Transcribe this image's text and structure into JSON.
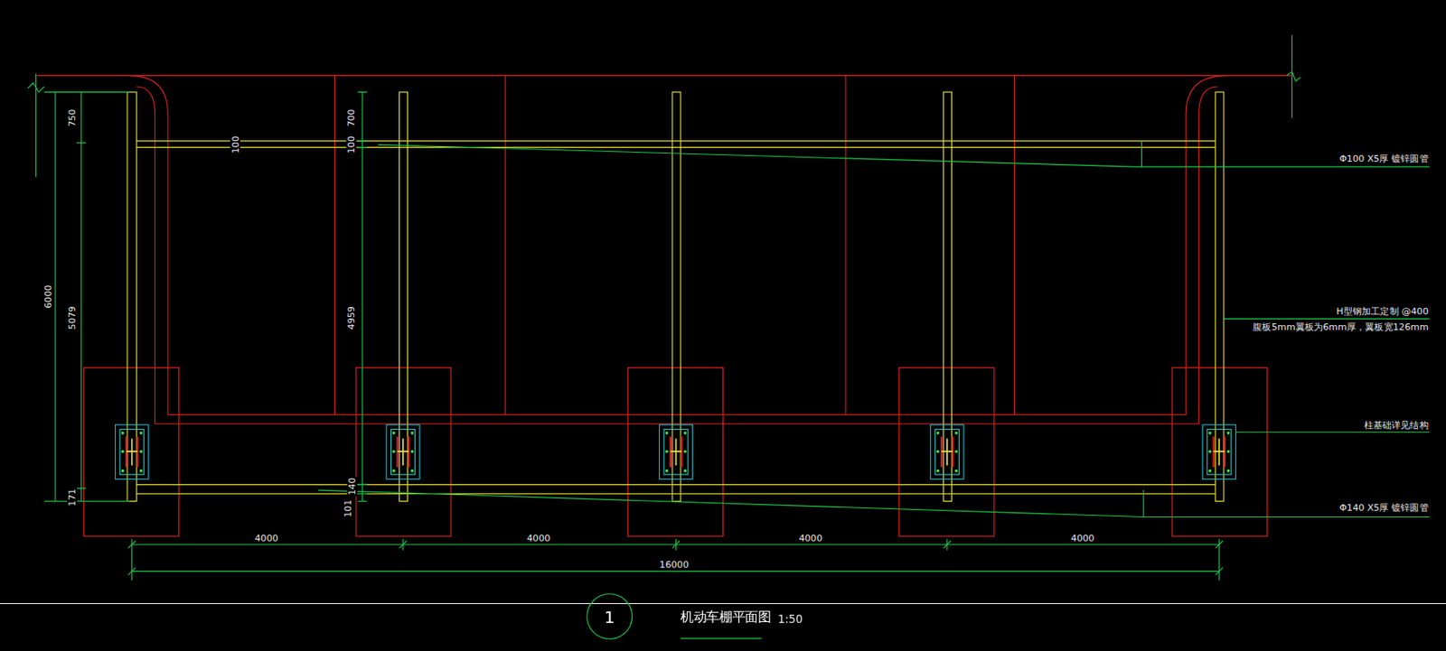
{
  "diagram": {
    "title": "机动车棚平面图",
    "nodes": [
      {
        "text": [
          "1"
        ]
      }
    ],
    "labels": [
      "750",
      "100",
      "6000",
      "5079",
      "171",
      "700",
      "100",
      "4959",
      "140",
      "101",
      "4000",
      "4000",
      "4000",
      "4000",
      "16000",
      "Φ100 X5厚 镀锌圆管",
      "H型钢加工定制 @400",
      "腹板5mm翼板为6mm厚，翼板宽126mm",
      "柱基础详见结构",
      "Φ140 X5厚 镀锌圆管",
      "1:50"
    ]
  }
}
